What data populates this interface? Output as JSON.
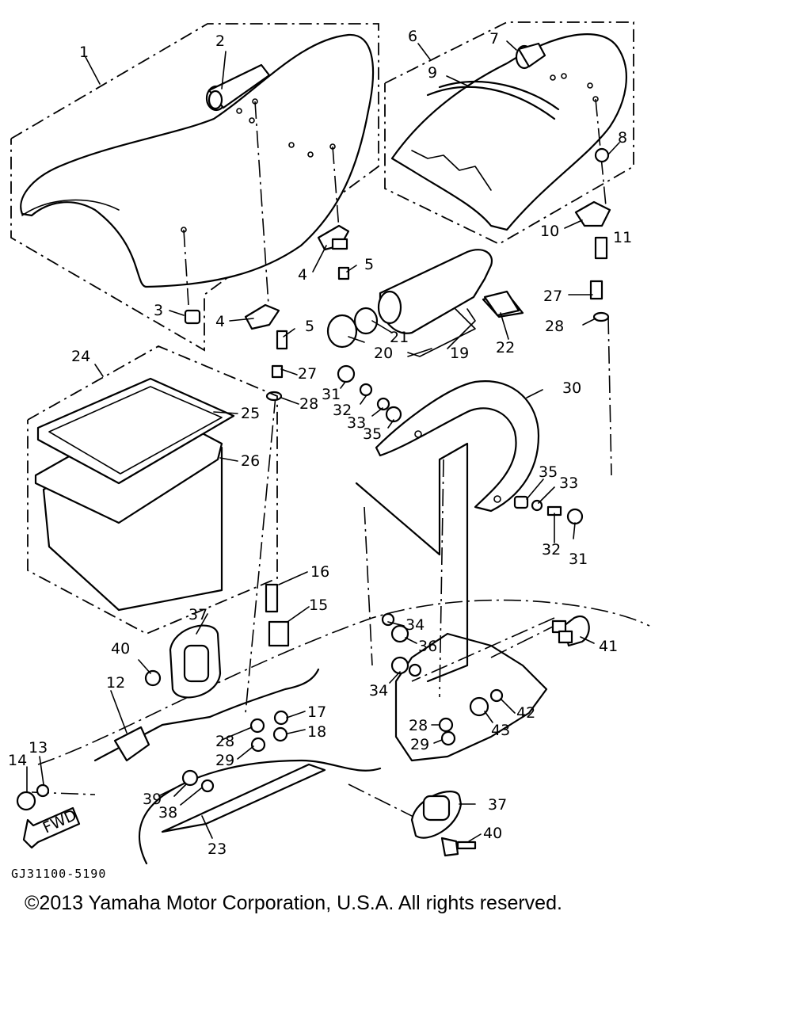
{
  "diagram": {
    "drawing_code": "GJ31100-5190",
    "fwd_label": "FWD",
    "callouts": [
      "1",
      "2",
      "3",
      "4",
      "4",
      "5",
      "5",
      "6",
      "7",
      "8",
      "9",
      "10",
      "11",
      "12",
      "13",
      "14",
      "15",
      "16",
      "17",
      "18",
      "19",
      "20",
      "21",
      "22",
      "23",
      "24",
      "25",
      "26",
      "27",
      "27",
      "28",
      "28",
      "28",
      "28",
      "29",
      "29",
      "30",
      "31",
      "31",
      "32",
      "32",
      "33",
      "33",
      "34",
      "34",
      "35",
      "35",
      "36",
      "37",
      "37",
      "38",
      "39",
      "40",
      "40",
      "41",
      "42",
      "43"
    ]
  },
  "copyright": "©2013 Yamaha Motor Corporation, U.S.A. All rights reserved."
}
